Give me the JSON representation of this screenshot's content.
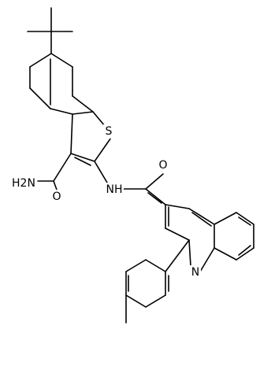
{
  "atoms": {
    "amide_nh2": "H2N",
    "amide_o_left": "O",
    "thiophene_s": "S",
    "linker_nh": "NH",
    "amide_o_right": "O",
    "quinoline_n": "N"
  },
  "colors": {
    "bond": "#000000",
    "label": "#000000",
    "background": "#ffffff"
  }
}
